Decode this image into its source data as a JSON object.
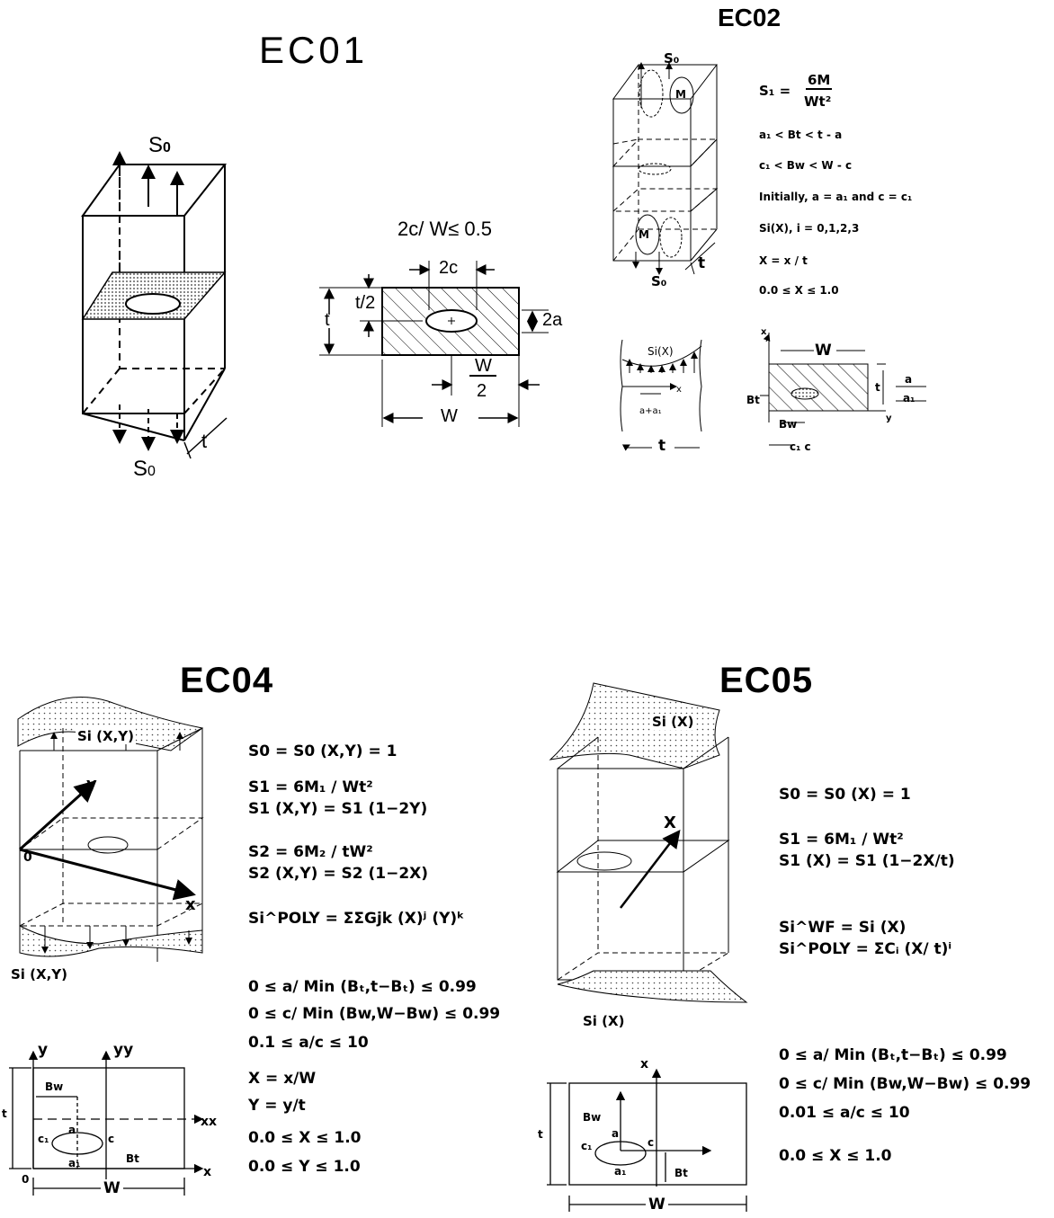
{
  "ec01": {
    "title": "EC01",
    "s0_top": "S",
    "s0_top_sub": "0",
    "s0_bottom": "S",
    "s0_bottom_sub": "0",
    "t_label": "t",
    "ratio": "2c/ W≤ 0.5",
    "section": {
      "two_c": "2c",
      "t_half": "t/2",
      "t": "t",
      "two_a": "2a",
      "w_half_num": "W",
      "w_half_den": "2",
      "w": "W"
    }
  },
  "ec02": {
    "title": "EC02",
    "s0_top": "S₀",
    "s0_bottom": "S₀",
    "m_top": "M",
    "m_bottom": "M",
    "t_label": "t",
    "eq_s1_lhs": "S₁ =",
    "eq_s1_num": "6M",
    "eq_s1_den": "Wt²",
    "eq_a1": "a₁ < Bt < t - a",
    "eq_c1": "c₁ < Bw < W - c",
    "eq_initial": "Initially, a = a₁ and c = c₁",
    "eq_si": "Si(X),  i = 0,1,2,3",
    "eq_x": "X = x / t",
    "eq_range": "0.0 ≤ X ≤ 1.0",
    "profile": {
      "si": "Si(X)",
      "x": "x",
      "a_a1": "a+a₁",
      "t": "t"
    },
    "plate": {
      "x": "x",
      "y": "y",
      "w": "W",
      "t": "t",
      "bt": "Bt",
      "bw": "Bw",
      "c1c": "c₁ c",
      "a": "a",
      "a1": "a₁"
    }
  },
  "ec04": {
    "title": "EC04",
    "si_top": "Si (X,Y)",
    "si_bottom": "Si (X,Y)",
    "axis_y": "y",
    "axis_x": "x",
    "origin": "0",
    "equations": [
      "S0 = S0 (X,Y) = 1",
      "S1 = 6M₁ / Wt²",
      "S1 (X,Y) = S1 (1−2Y)",
      "S2 = 6M₂ / tW²",
      "S2 (X,Y) = S2 (1−2X)",
      "Si^POLY = ΣΣGjk (X)ʲ (Y)ᵏ",
      "0  ≤  a/ Min (Bₜ,t−Bₜ)  ≤  0.99",
      "0  ≤  c/ Min (Bw,W−Bw) ≤  0.99",
      "0.1  ≤  a/c  ≤  10",
      "X = x/W",
      "Y = y/t",
      "0.0  ≤  X  ≤  1.0",
      "0.0  ≤  Y  ≤  1.0"
    ],
    "plate": {
      "y": "y",
      "yy": "yy",
      "xx": "xx",
      "x": "x",
      "t": "t",
      "bw": "Bw",
      "a": "a",
      "c1": "c₁",
      "c": "c",
      "bt": "Bt",
      "a1": "a₁",
      "origin": "0",
      "w": "W"
    }
  },
  "ec05": {
    "title": "EC05",
    "si_top": "Si (X)",
    "si_bottom": "Si (X)",
    "axis_x": "X",
    "equations": [
      "S0 = S0 (X) = 1",
      "S1 = 6M₁ / Wt²",
      "S1 (X) = S1 (1−2X/t)",
      "Si^WF = Si (X)",
      "Si^POLY =  ΣCᵢ (X/ t)ⁱ",
      "0  ≤  a/ Min (Bₜ,t−Bₜ)  ≤  0.99",
      "0  ≤  c/ Min (Bw,W−Bw) ≤  0.99",
      "0.01  ≤  a/c  ≤  10",
      "0.0  ≤  X  ≤  1.0"
    ],
    "plate": {
      "x": "x",
      "t": "t",
      "bw": "Bw",
      "a": "a",
      "c1": "c₁",
      "c": "c",
      "a1": "a₁",
      "bt": "Bt",
      "w": "W"
    }
  }
}
